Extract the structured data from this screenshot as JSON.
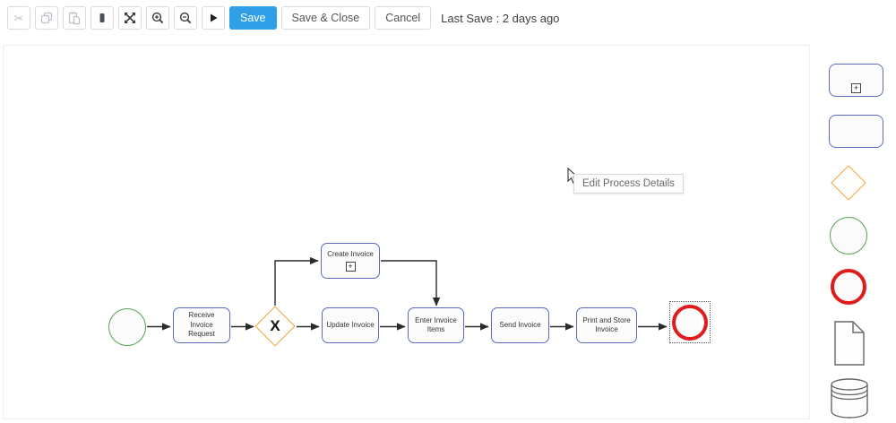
{
  "toolbar": {
    "save_label": "Save",
    "save_and_close_label": "Save & Close",
    "cancel_label": "Cancel",
    "last_save_text": "Last Save : 2 days ago",
    "cut_glyph": "✂"
  },
  "canvas": {
    "tooltip_text": "Edit Process Details"
  },
  "diagram": {
    "subprocess_marker": "+",
    "labels": {
      "gateway": "X",
      "receive_invoice_request": "Receive Invoice Request",
      "create_invoice": "Create Invoice",
      "update_invoice": "Update Invoice",
      "enter_invoice_items": "Enter Invoice Items",
      "send_invoice": "Send Invoice",
      "print_and_store_invoice": "Print and Store Invoice"
    }
  },
  "palette": {
    "items": [
      "subprocess",
      "task",
      "gateway",
      "start-event",
      "end-event",
      "document",
      "data-store"
    ]
  },
  "colors": {
    "accent_blue": "#2f9fe8",
    "node_border_indigo": "#5c6bc0",
    "gateway_orange": "#f0a23c",
    "start_green": "#54a254",
    "end_red": "#e01b1b"
  }
}
